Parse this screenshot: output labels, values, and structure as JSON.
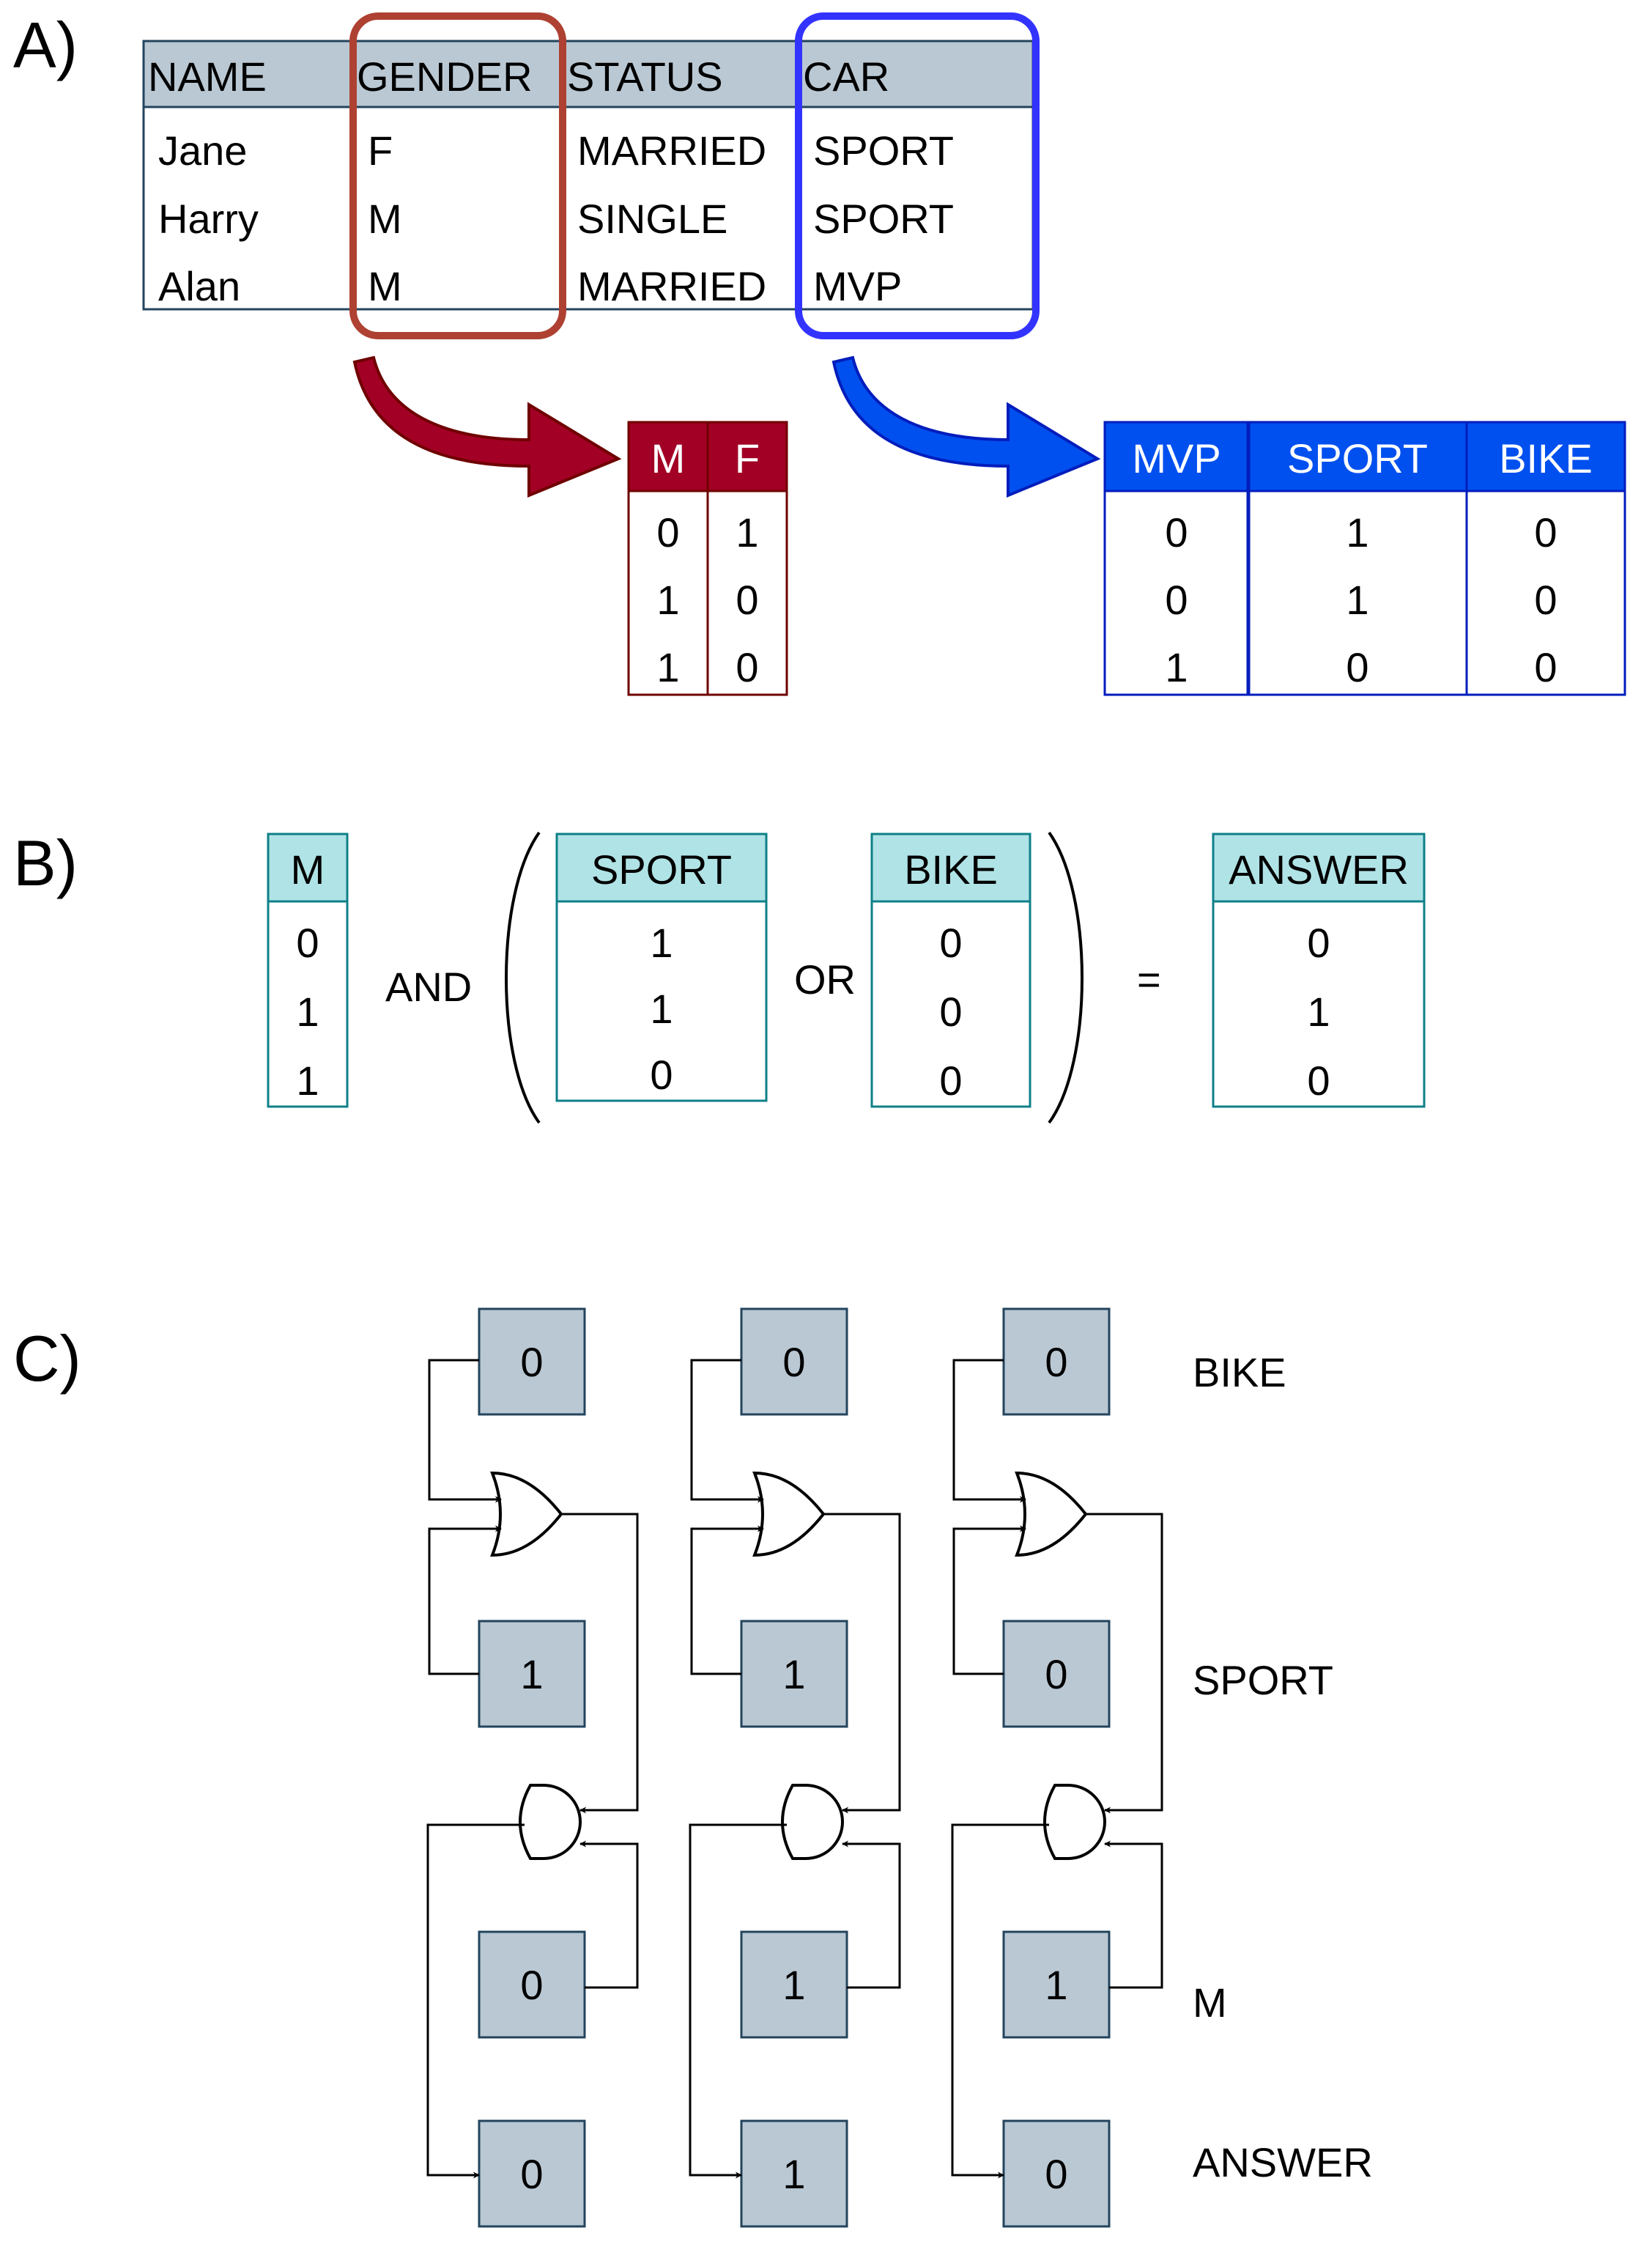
{
  "sections": {
    "a": "A)",
    "b": "B)",
    "c": "C)"
  },
  "colors": {
    "table_header": "#bac8d3",
    "table_border": "#23445d",
    "gender_accent": "#a20025",
    "gender_outline": "#ae4132",
    "car_accent": "#0050ef",
    "car_outline": "#3333ff",
    "teal_header": "#b0e3e6",
    "teal_border": "#0e8088",
    "box_fill": "#bac8d3"
  },
  "table_a": {
    "headers": [
      "NAME",
      "GENDER",
      "STATUS",
      "CAR"
    ],
    "rows": [
      [
        "Jane",
        "F",
        "MARRIED",
        "SPORT"
      ],
      [
        "Harry",
        "M",
        "SINGLE",
        "SPORT"
      ],
      [
        "Alan",
        "M",
        "MARRIED",
        "MVP"
      ]
    ]
  },
  "gender_table": {
    "headers": [
      "M",
      "F"
    ],
    "rows": [
      [
        "0",
        "1"
      ],
      [
        "1",
        "0"
      ],
      [
        "1",
        "0"
      ]
    ]
  },
  "car_table": {
    "headers": [
      "MVP",
      "SPORT",
      "BIKE"
    ],
    "rows": [
      [
        "0",
        "1",
        "0"
      ],
      [
        "0",
        "1",
        "0"
      ],
      [
        "1",
        "0",
        "0"
      ]
    ]
  },
  "section_b": {
    "m": {
      "header": "M",
      "values": [
        "0",
        "1",
        "1"
      ]
    },
    "and_label": "AND",
    "sport": {
      "header": "SPORT",
      "values": [
        "1",
        "1",
        "0"
      ]
    },
    "or_label": "OR",
    "bike": {
      "header": "BIKE",
      "values": [
        "0",
        "0",
        "0"
      ]
    },
    "equals": "=",
    "answer": {
      "header": "ANSWER",
      "values": [
        "0",
        "1",
        "0"
      ]
    }
  },
  "section_c": {
    "columns": [
      {
        "bike": "0",
        "sport": "1",
        "m": "0",
        "answer": "0"
      },
      {
        "bike": "0",
        "sport": "1",
        "m": "1",
        "answer": "1"
      },
      {
        "bike": "0",
        "sport": "0",
        "m": "1",
        "answer": "0"
      }
    ],
    "row_labels": {
      "bike": "BIKE",
      "sport": "SPORT",
      "m": "M",
      "answer": "ANSWER"
    }
  }
}
